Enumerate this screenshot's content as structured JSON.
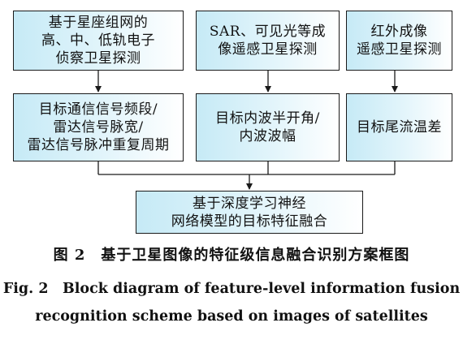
{
  "boxes": {
    "b1": {
      "lines": [
        "基于星座组网的",
        "高、中、低轨电子",
        "侦察卫星探测"
      ]
    },
    "b2": {
      "lines": [
        "SAR、可见光等成",
        "像遥感卫星探测"
      ]
    },
    "b3": {
      "lines": [
        "红外成像",
        "遥感卫星探测"
      ]
    },
    "b4": {
      "lines": [
        "目标通信信号频段/",
        "雷达信号脉宽/",
        "雷达信号脉冲重复周期"
      ]
    },
    "b5": {
      "lines": [
        "目标内波半开角/",
        "内波波幅"
      ]
    },
    "b6": {
      "lines": [
        "目标尾流温差"
      ]
    },
    "b7": {
      "lines": [
        "基于深度学习神经",
        "网络模型的目标特征融合"
      ]
    }
  },
  "caption": {
    "cn": "图 2　基于卫星图像的特征级信息融合识别方案框图",
    "en_line1": "Fig. 2　Block diagram of feature-level information fusion",
    "en_line2": "recognition scheme based on images of satellites"
  }
}
